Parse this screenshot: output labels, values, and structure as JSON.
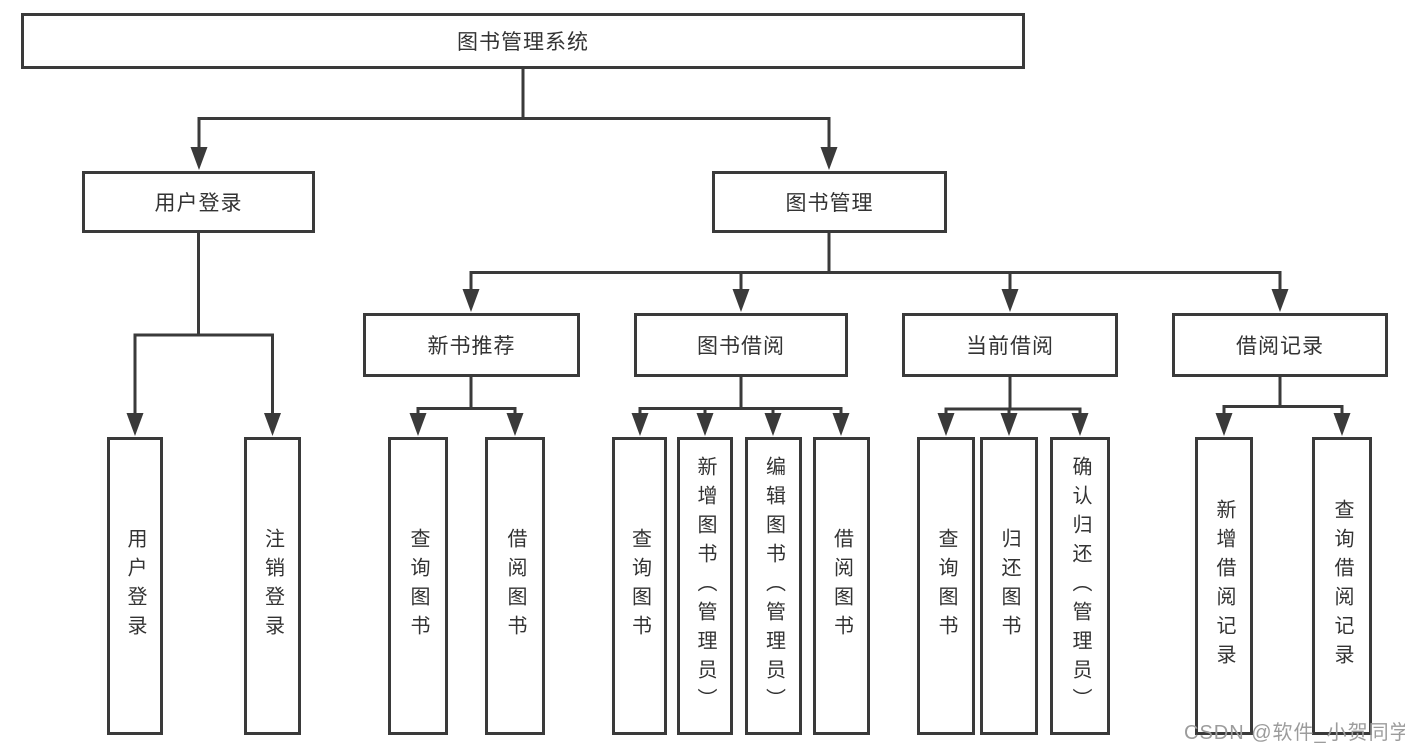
{
  "nodes": {
    "root": {
      "label": "图书管理系统"
    },
    "level2": [
      {
        "label": "用户登录"
      },
      {
        "label": "图书管理"
      }
    ],
    "level3": [
      {
        "label": "新书推荐"
      },
      {
        "label": "图书借阅"
      },
      {
        "label": "当前借阅"
      },
      {
        "label": "借阅记录"
      }
    ],
    "leaves": [
      {
        "label": "用户登录"
      },
      {
        "label": "注销登录"
      },
      {
        "label": "查询图书"
      },
      {
        "label": "借阅图书"
      },
      {
        "label": "查询图书"
      },
      {
        "label": "新增图书（管理员）"
      },
      {
        "label": "编辑图书（管理员）"
      },
      {
        "label": "借阅图书"
      },
      {
        "label": "查询图书"
      },
      {
        "label": "归还图书"
      },
      {
        "label": "确认归还（管理员）"
      },
      {
        "label": "新增借阅记录"
      },
      {
        "label": "查询借阅记录"
      }
    ]
  },
  "watermark": {
    "text": "CSDN @软件_小贺同学",
    "color": "#9c9c9c"
  },
  "colors": {
    "line": "#3a3a3a",
    "text": "#333333",
    "background": "#ffffff"
  }
}
